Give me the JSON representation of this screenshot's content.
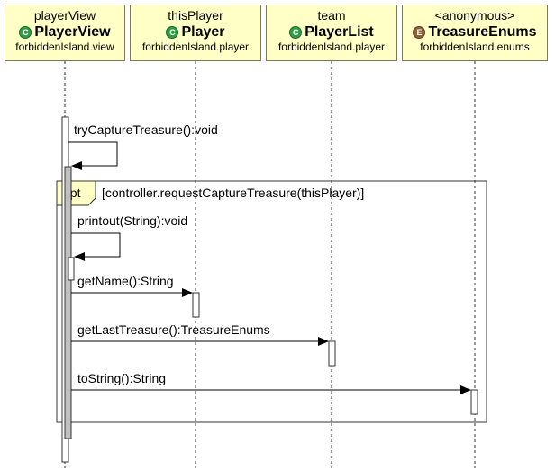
{
  "lifelines": [
    {
      "role": "playerView",
      "badge": "C",
      "class_name": "PlayerView",
      "package": "forbiddenIsland.view"
    },
    {
      "role": "thisPlayer",
      "badge": "C",
      "class_name": "Player",
      "package": "forbiddenIsland.player"
    },
    {
      "role": "team",
      "badge": "C",
      "class_name": "PlayerList",
      "package": "forbiddenIsland.player"
    },
    {
      "role": "<anonymous>",
      "badge": "E",
      "class_name": "TreasureEnums",
      "package": "forbiddenIsland.enums"
    }
  ],
  "messages": [
    {
      "label": "tryCaptureTreasure():void"
    },
    {
      "label": "printout(String):void"
    },
    {
      "label": "getName():String"
    },
    {
      "label": "getLastTreasure():TreasureEnums"
    },
    {
      "label": "toString():String"
    }
  ],
  "fragment": {
    "operator": "opt",
    "guard": "[controller.requestCaptureTreasure(thisPlayer)]"
  },
  "colors": {
    "header_fill": "#ffffc6",
    "activation_gray": "#c0c0c0",
    "class_badge": "#2f9e47",
    "enum_badge": "#8c6239"
  }
}
